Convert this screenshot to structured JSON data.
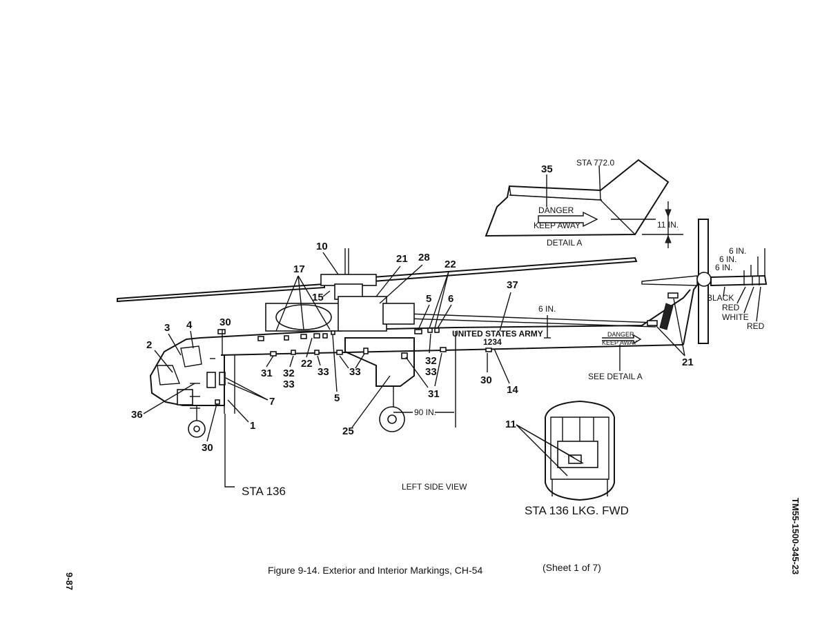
{
  "figure": {
    "caption": "Figure 9-14.   Exterior and Interior Markings, CH-54",
    "sheet": "(Sheet 1 of 7)",
    "page_number": "9-87",
    "document_id": "TM55-1500-345-23"
  },
  "views": {
    "left_side": "LEFT SIDE VIEW",
    "sta_136": "STA  136",
    "sta_136_fwd": "STA  136 LKG. FWD",
    "detail_a": "DETAIL A",
    "see_detail_a": "SEE DETAIL A"
  },
  "detail_a": {
    "station": "STA  772.0",
    "danger": "DANGER",
    "keep_away": "KEEP AWAY",
    "height": "11 IN."
  },
  "markings": {
    "united_states_army": "UNITED STATES ARMY",
    "serial": "1234",
    "danger": "DANGER",
    "keep_away": "KEEP AWAY",
    "dim_6in": "6 IN.",
    "dim_90in": "90 IN."
  },
  "tail_rotor": {
    "dims": [
      "6 IN.",
      "6 IN.",
      "6 IN."
    ],
    "colors": [
      "BLACK",
      "RED",
      "WHITE",
      "RED"
    ]
  },
  "callouts": {
    "c10": "10",
    "c17": "17",
    "c15": "15",
    "c21a": "21",
    "c28": "28",
    "c22a": "22",
    "c5a": "5",
    "c6": "6",
    "c37": "37",
    "c3": "3",
    "c4": "4",
    "c30a": "30",
    "c2": "2",
    "c36": "36",
    "c30b": "30",
    "c7": "7",
    "c1": "1",
    "c31a": "31",
    "c32a": "32",
    "c33a": "33",
    "c22b": "22",
    "c33b": "33",
    "c5b": "5",
    "c33c": "33",
    "c32b": "32",
    "c33d": "33",
    "c31b": "31",
    "c25": "25",
    "c30c": "30",
    "c14": "14",
    "c21b": "21",
    "c35": "35",
    "c11": "11"
  }
}
